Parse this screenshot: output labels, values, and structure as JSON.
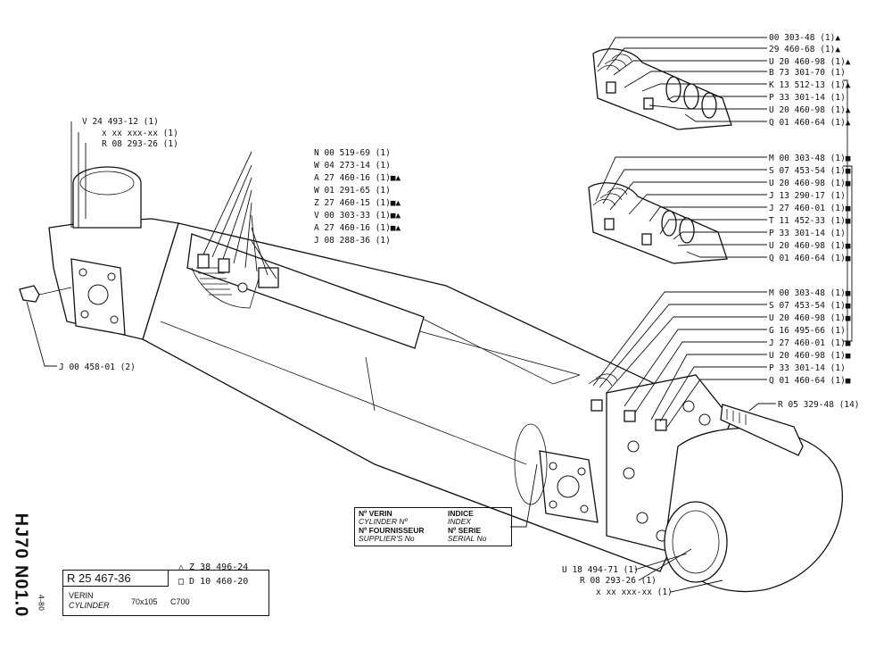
{
  "drawing": {
    "vertical_code": "HJ70 N01.0",
    "vertical_sub": "4-80",
    "title_block": {
      "ref": "R 25 467-36",
      "verin": "VERIN",
      "cylinder": "CYLINDER",
      "size": "70x105",
      "model": "C700",
      "tri_ref": "Z 38 496-24",
      "sq_ref": "D 10 460-20"
    },
    "stamp": {
      "no_verin": "Nº VERIN",
      "cylinder_no": "CYLINDER Nº",
      "no_fournisseur": "Nº FOURNISSEUR",
      "supplier_no": "SUPPLIER'S No",
      "indice": "INDICE",
      "index": "INDEX",
      "no_serie": "Nº SERIE",
      "serial_no": "SERIAL No"
    },
    "labels_left": [
      "V 24 493-12 (1)",
      "x xx xxx-xx (1)",
      "R 08 293-26 (1)",
      "J 00 458-01 (2)"
    ],
    "labels_center": [
      "N 00 519-69 (1)",
      "W 04 273-14 (1)",
      "A 27 460-16 (1)■▲",
      "W 01 291-65 (1)",
      "Z 27 460-15 (1)■▲",
      "V 00 303-33 (1)■▲",
      "A 27 460-16 (1)■▲",
      "J 08 288-36 (1)"
    ],
    "labels_right_top": [
      "00 303-48 (1)▲",
      "29 460-68 (1)▲",
      "U 20 460-98 (1)▲",
      "B 73 301-70 (1)",
      "K 13 512-13 (1)▲",
      "P 33 301-14 (1)",
      "U 20 460-98 (1)▲",
      "Q 01 460-64 (1)▲"
    ],
    "labels_right_mid": [
      "M 00 303-48 (1)■",
      "S 07 453-54 (1)■",
      "U 20 460-98 (1)■",
      "J 13 290-17 (1)",
      "J 27 460-01 (1)■",
      "T 11 452-33 (1)■",
      "P 33 301-14 (1)",
      "U 20 460-98 (1)■",
      "Q 01 460-64 (1)■"
    ],
    "labels_right_bottom": [
      "M 00 303-48 (1)■",
      "S 07 453-54 (1)■",
      "U 20 460-98 (1)■",
      "G 16 495-66 (1)",
      "J 27 460-01 (1)■",
      "U 20 460-98 (1)■",
      "P 33 301-14 (1)",
      "Q 01 460-64 (1)■"
    ],
    "label_bolt": "R 05 329-48 (14)",
    "labels_rod_end": [
      "U 18 494-71 (1)",
      "R 08 293-26 (1)",
      "x xx xxx-xx (1)"
    ]
  }
}
